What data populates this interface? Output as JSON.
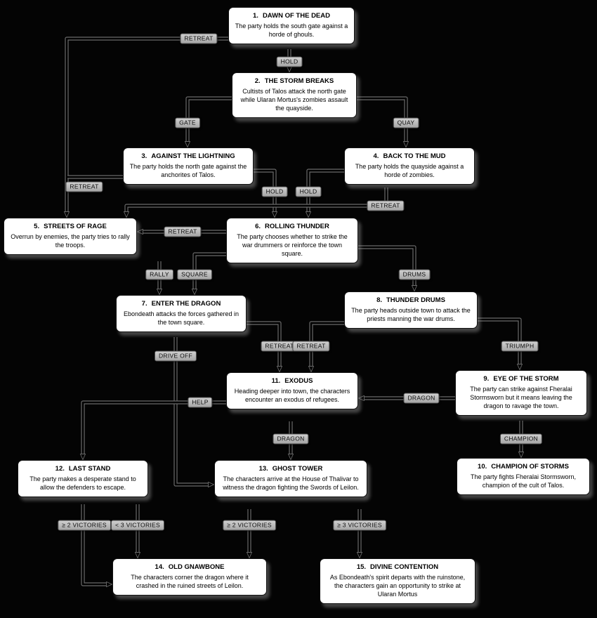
{
  "diagram": {
    "background": "#040404",
    "node_fill": "#ffffff",
    "node_text": "#000000",
    "edge_label_fill": "#b5b5b5",
    "line_color": "#000000",
    "line_outline": "#6a6a6a"
  },
  "nodes": [
    {
      "num": "1.",
      "name": "DAWN OF THE DEAD",
      "body": "The party holds the south gate against a horde of ghouls."
    },
    {
      "num": "2.",
      "name": "THE STORM BREAKS",
      "body": "Cultists of Talos attack the north gate while Ularan Mortus's zombies assault the quayside."
    },
    {
      "num": "3.",
      "name": "AGAINST THE LIGHTNING",
      "body": "The party holds the north gate against the anchorites of Talos."
    },
    {
      "num": "4.",
      "name": "BACK TO THE MUD",
      "body": "The party holds the quayside against a horde of zombies."
    },
    {
      "num": "5.",
      "name": "STREETS OF RAGE",
      "body": "Overrun by enemies, the party tries to rally the troops."
    },
    {
      "num": "6.",
      "name": "ROLLING THUNDER",
      "body": "The party chooses whether to strike the war drummers or reinforce the town square."
    },
    {
      "num": "7.",
      "name": "ENTER THE DRAGON",
      "body": "Ebondeath attacks the forces gathered in the town square."
    },
    {
      "num": "8.",
      "name": "THUNDER DRUMS",
      "body": "The party heads outside town to attack the priests manning the war drums."
    },
    {
      "num": "9.",
      "name": "EYE OF THE STORM",
      "body": "The party can strike against Fheralai Stormsworn but it means leaving the dragon to ravage the town."
    },
    {
      "num": "10.",
      "name": "CHAMPION OF STORMS",
      "body": "The party fights Fheralai Stormsworn, champion of the cult of Talos."
    },
    {
      "num": "11.",
      "name": "EXODUS",
      "body": "Heading deeper into town, the characters encounter an exodus of refugees."
    },
    {
      "num": "12.",
      "name": "LAST STAND",
      "body": "The party makes a desperate stand to allow the defenders to escape."
    },
    {
      "num": "13.",
      "name": "GHOST TOWER",
      "body": "The characters arrive at the House of Thalivar to witness the dragon fighting the Swords of Leilon."
    },
    {
      "num": "14.",
      "name": "OLD GNAWBONE",
      "body": "The characters corner the dragon where it crashed in the ruined streets of Leilon."
    },
    {
      "num": "15.",
      "name": "DIVINE CONTENTION",
      "body": "As Ebondeath's spirit departs with the ruinstone, the characters gain an opportunity to strike at Ularan Mortus"
    }
  ],
  "edges": [
    {
      "from": "1",
      "to": "5",
      "label": "RETREAT"
    },
    {
      "from": "1",
      "to": "2",
      "label": "HOLD"
    },
    {
      "from": "2",
      "to": "3",
      "label": "GATE"
    },
    {
      "from": "2",
      "to": "4",
      "label": "QUAY"
    },
    {
      "from": "3",
      "to": "5",
      "label": "RETREAT"
    },
    {
      "from": "3",
      "to": "6",
      "label": "HOLD"
    },
    {
      "from": "4",
      "to": "6",
      "label": "HOLD"
    },
    {
      "from": "4",
      "to": "5",
      "label": "RETREAT"
    },
    {
      "from": "6",
      "to": "5",
      "label": "RETREAT"
    },
    {
      "from": "5",
      "to": "7",
      "label": "RALLY"
    },
    {
      "from": "6",
      "to": "7",
      "label": "SQUARE"
    },
    {
      "from": "6",
      "to": "8",
      "label": "DRUMS"
    },
    {
      "from": "7",
      "to": "11",
      "label": "RETREAT"
    },
    {
      "from": "8",
      "to": "11",
      "label": "RETREAT"
    },
    {
      "from": "8",
      "to": "9",
      "label": "TRIUMPH"
    },
    {
      "from": "7",
      "to": "13",
      "label": "DRIVE OFF"
    },
    {
      "from": "9",
      "to": "11",
      "label": "DRAGON"
    },
    {
      "from": "11",
      "to": "12",
      "label": "HELP"
    },
    {
      "from": "11",
      "to": "13",
      "label": "DRAGON"
    },
    {
      "from": "9",
      "to": "10",
      "label": "CHAMPION"
    },
    {
      "from": "12",
      "to": "14",
      "label": "≥ 2 VICTORIES"
    },
    {
      "from": "12",
      "to": "14",
      "label": "< 3 VICTORIES"
    },
    {
      "from": "13",
      "to": "14",
      "label": "≥ 2 VICTORIES"
    },
    {
      "from": "13",
      "to": "15",
      "label": "≥ 3 VICTORIES"
    }
  ]
}
